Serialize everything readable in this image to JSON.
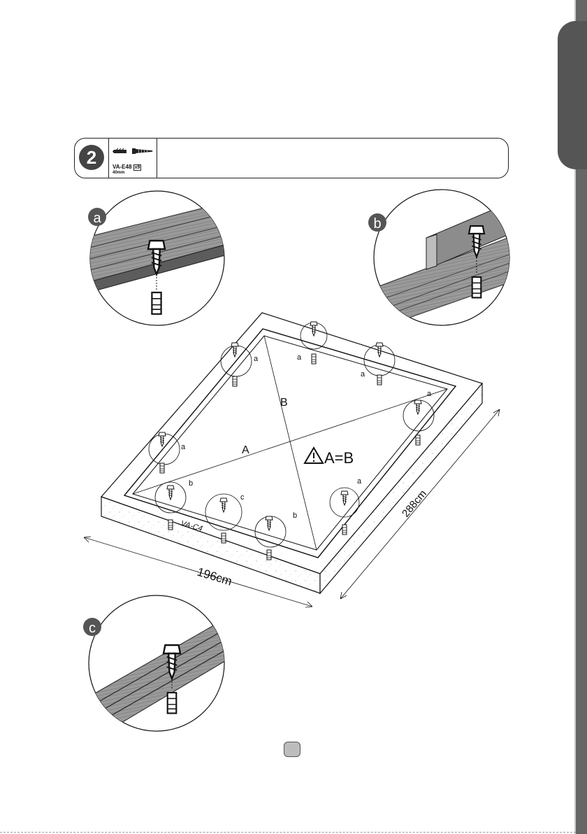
{
  "step": {
    "number": "2",
    "part_code": "VA-E48",
    "part_qty": "x9",
    "part_size": "40mm"
  },
  "callouts": {
    "a": "a",
    "b": "b",
    "c": "c"
  },
  "diagram": {
    "diag_a": "A",
    "diag_b": "B",
    "equation": "A=B",
    "width_dim": "196cm",
    "length_dim": "288cm",
    "profile_label": "VA-C4"
  },
  "icons": [
    "warning-triangle-icon",
    "screw-icon",
    "wall-plug-icon"
  ]
}
